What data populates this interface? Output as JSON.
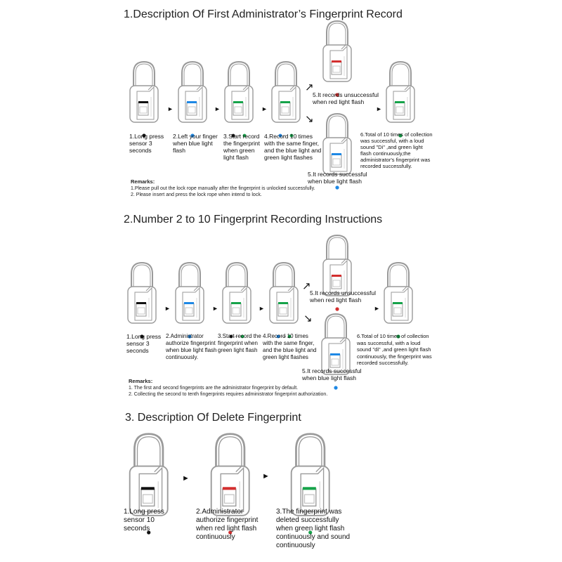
{
  "sections": [
    {
      "title": "1.Description Of First Administrator’s Fingerprint Record",
      "captions": [
        "1.Long press\nsensor 3\nseconds",
        "2.Left your finger\nwhen blue light\nflash",
        "3.Start record\nthe fingerprint\nwhen green\nlight flash",
        "4.Record 10 times\nwith the same finger,\nand the blue light and\ngreen light flashes",
        "5.It records unsuccessful\nwhen red light flash",
        "5.It records successful\nwhen blue light flash",
        "6.Total of 10 times of collection\nwas successful, with a loud\nsound \"Di\" ,and green light\nflash continuously,the\nadministrator's fingerprint was\nrecorded successfully."
      ],
      "remarks_title": "Remarks:",
      "remarks": [
        "1.Please pull out the lock rope manually after the fingerprint is unlocked successfully.",
        "2. Please insert and press the lock rope when intend to lock."
      ]
    },
    {
      "title": "2.Number 2 to 10 Fingerprint Recording Instructions",
      "captions": [
        "1.Long press\nsensor 3\nseconds",
        "2.Administrator\nauthorize fingerprint\nwhen blue light flash\ncontinuously.",
        "3.Start record the\nfingerprint when\ngreen light flash",
        "4.Record 10 times\nwith the same finger,\nand the blue light and\ngreen light flashes",
        "5.It records unsuccessful\nwhen red light flash",
        "5.It records successful\nwhen blue light flash",
        "6.Total of 10 times of collection\nwas successful, with a loud\nsound \"di\" ,and green light flash\ncontinuously, the fingerprint was\nrecorded successfully."
      ],
      "remarks_title": "Remarks:",
      "remarks": [
        "1. The first and second fingerprints are the administrator fingerprint by default.",
        "2. Collecting the second to tenth fingerprints requires administrator fingerprint authorization."
      ]
    },
    {
      "title": "3. Description Of Delete Fingerprint",
      "captions": [
        "1.Long press\nsensor 10\nseconds",
        "2.Administrator\nauthorize fingerprint\nwhen red light flash\ncontinuously",
        "3.The fingerprint was\ndeleted successfully\nwhen green light flash\ncontinuously and sound\ncontinuously"
      ]
    }
  ],
  "colors": {
    "black": "#111111",
    "blue": "#1e88e5",
    "green": "#16a34a",
    "red": "#d32f2f",
    "outline": "#9a9a9a"
  },
  "icons": {
    "arrow_right": "►",
    "arrow_up_right": "↗",
    "arrow_down_right": "↘",
    "led_sequence": "●→●"
  }
}
